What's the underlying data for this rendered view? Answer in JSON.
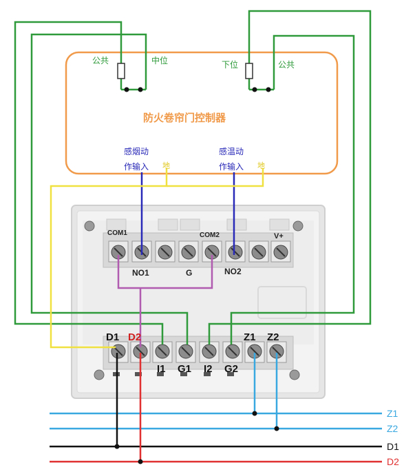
{
  "controller": {
    "title": "防火卷帘门控制器",
    "common_left": "公共",
    "mid_position": "中位",
    "lower_position": "下位",
    "common_right": "公共",
    "smoke_input_line1": "感烟动",
    "smoke_input_line2": "作输入",
    "temp_input_line1": "感温动",
    "temp_input_line2": "作输入",
    "ground_left": "地",
    "ground_right": "地"
  },
  "module": {
    "top_terminals": {
      "com1": "COM1",
      "com2": "COM2",
      "vplus": "V+",
      "no1": "NO1",
      "g": "G",
      "no2": "NO2"
    },
    "bottom_terminals": {
      "d1": "D1",
      "d2": "D2",
      "i1": "I1",
      "g1": "G1",
      "i2": "I2",
      "g2": "G2",
      "z1": "Z1",
      "z2": "Z2"
    }
  },
  "bus": {
    "z1": "Z1",
    "z2": "Z2",
    "d1": "D1",
    "d2": "D2"
  },
  "colors": {
    "green_wire": "#2e9a3a",
    "orange_box": "#f09a4a",
    "blue_wire": "#2a2ab8",
    "yellow_wire": "#f0e040",
    "purple_wire": "#b05ab0",
    "cyan_bus": "#3aa8e0",
    "black_bus": "#111111",
    "red_bus": "#e03030"
  }
}
